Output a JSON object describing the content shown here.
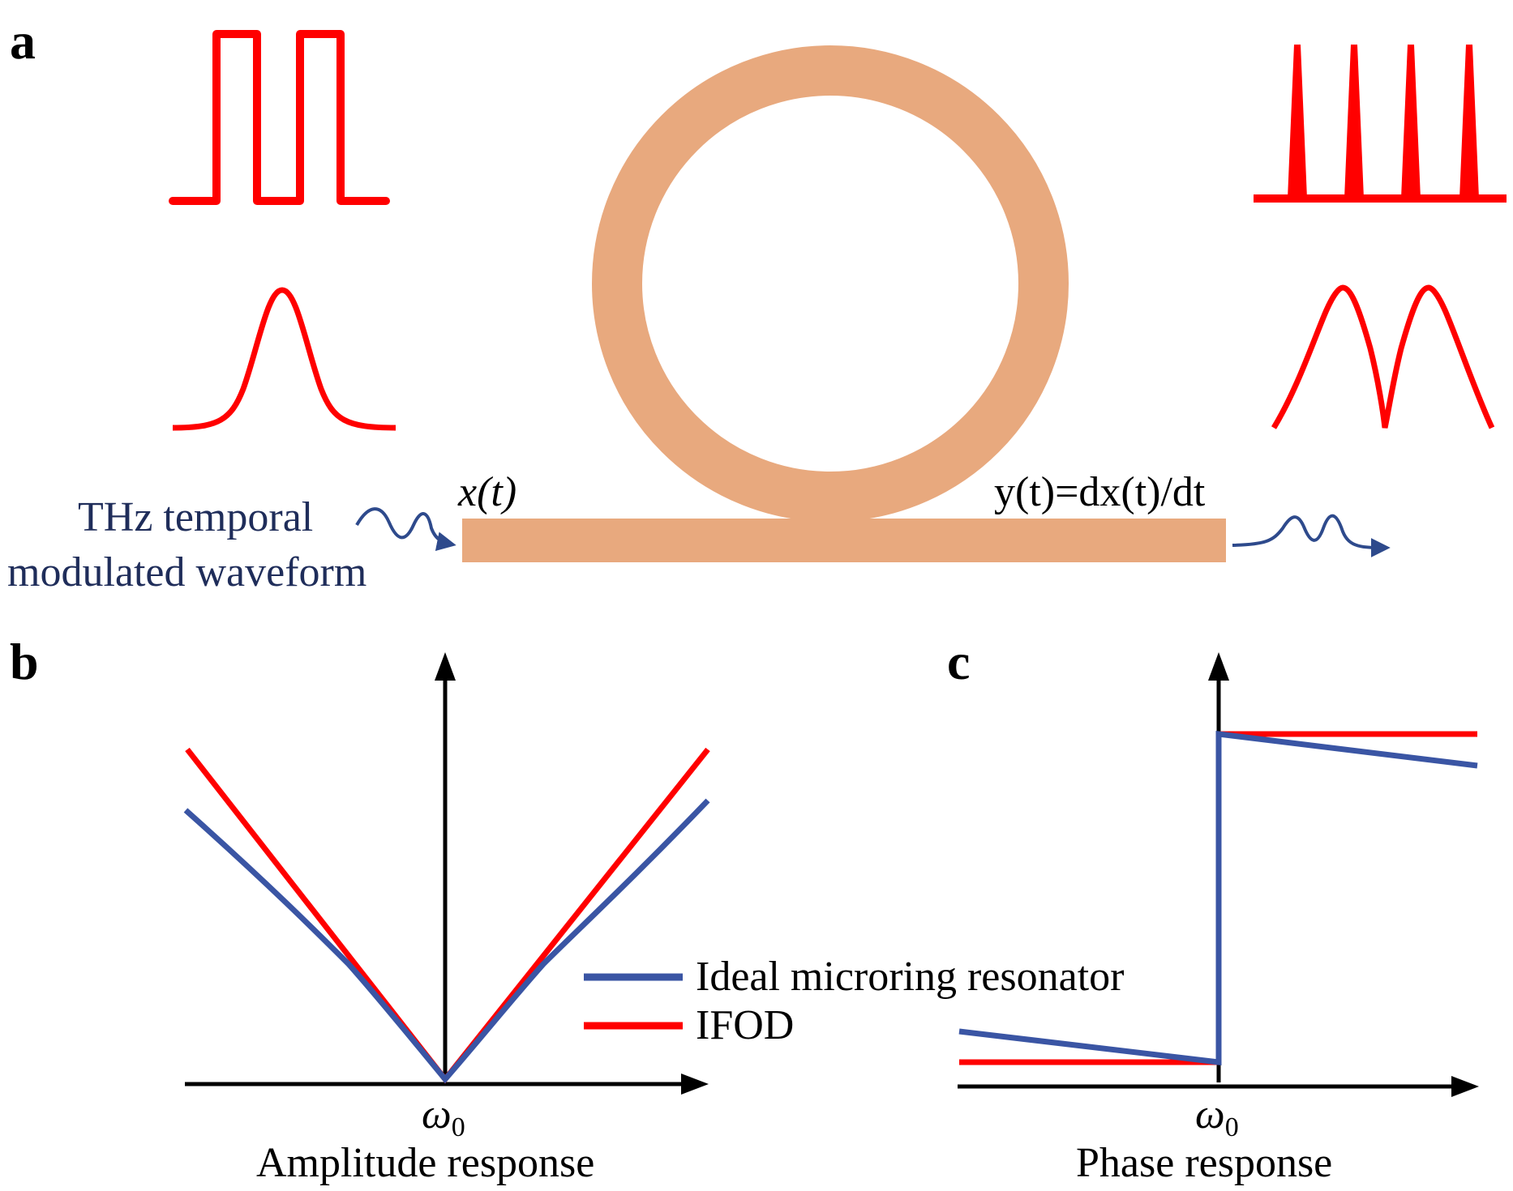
{
  "panels": {
    "a": {
      "letter": "a",
      "input_caption_line1": "THz temporal",
      "input_caption_line2": "modulated waveform",
      "input_label": "x(t)",
      "output_label": "y(t)=dx(t)/dt",
      "colors": {
        "ring": "#e8a97e",
        "waveform": "#ff0000",
        "arrow": "#2e4a8c",
        "caption": "#1f2d5a"
      }
    },
    "b": {
      "letter": "b",
      "x_tick": "ω0",
      "title": "Amplitude response"
    },
    "c": {
      "letter": "c",
      "x_tick": "ω0",
      "title": "Phase response"
    }
  },
  "legend": {
    "items": [
      {
        "label": "Ideal microring resonator",
        "color": "#3a55a4"
      },
      {
        "label": "IFOD",
        "color": "#ff0000"
      }
    ]
  }
}
